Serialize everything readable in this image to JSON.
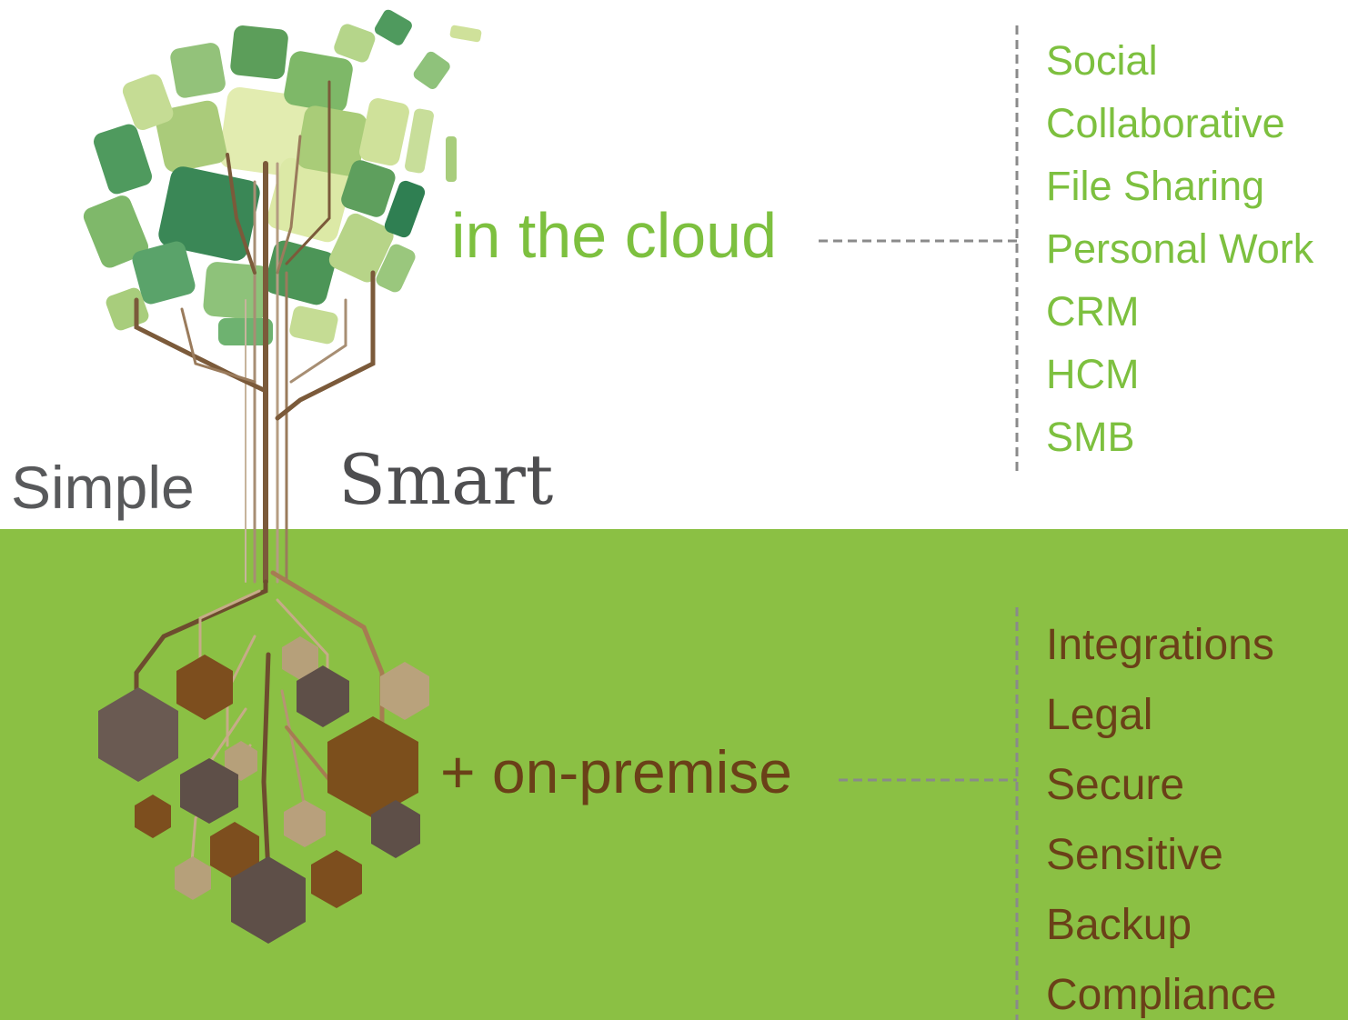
{
  "cloud": {
    "label": "in the cloud",
    "items": [
      "Social",
      "Collaborative",
      "File Sharing",
      "Personal Work",
      "CRM",
      "HCM",
      "SMB"
    ]
  },
  "premise": {
    "label": "+ on-premise",
    "items": [
      "Integrations",
      "Legal",
      "Secure",
      "Sensitive",
      "Backup",
      "Compliance"
    ]
  },
  "trunk": {
    "left_label": "Simple",
    "right_label": "Smart"
  },
  "colors": {
    "cloud_green": "#7dc03f",
    "ground_green": "#8bc044",
    "root_brown": "#6a4018",
    "connector_gray": "#8a8a8a"
  },
  "icons": {
    "canopy": "tree-canopy-mosaic-icon",
    "roots": "hexagon-roots-icon"
  }
}
